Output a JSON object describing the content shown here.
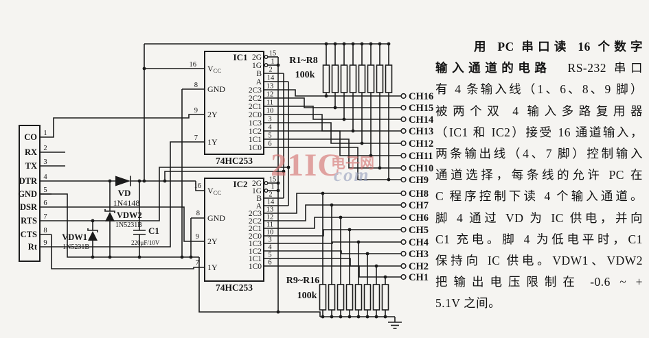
{
  "page": {
    "background": "#f5f4f1",
    "ink": "#1b1b1b"
  },
  "watermark": {
    "brand": "21IC",
    "cn": "电子网",
    "domain": "com",
    "red": "#d4716f",
    "gray": "#97a0bd"
  },
  "annotation": {
    "lines": [
      [
        {
          "t": "用 PC 串口读 16 个数字",
          "b": 1
        }
      ],
      [
        {
          "t": "输入通道的电路",
          "b": 1
        },
        {
          "t": "　RS-232 串口",
          "b": 0
        }
      ],
      [
        {
          "t": "有 4 条输入线（1、6、8、9 脚）",
          "b": 0
        }
      ],
      [
        {
          "t": "被两个双 4 输入多路复用器",
          "b": 0
        }
      ],
      [
        {
          "t": "（IC1 和 IC2）接受 16 通道输入，",
          "b": 0
        }
      ],
      [
        {
          "t": "两条输出线（4、7 脚）控制输入",
          "b": 0
        }
      ],
      [
        {
          "t": "通道选择，每条线的允许 PC 在",
          "b": 0
        }
      ],
      [
        {
          "t": "C 程序控制下读 4 个输入通道。",
          "b": 0
        }
      ],
      [
        {
          "t": "脚 4 通过 VD 为 IC 供电，并向",
          "b": 0
        }
      ],
      [
        {
          "t": "C1 充电。脚 4 为低电平时，C1",
          "b": 0
        }
      ],
      [
        {
          "t": "保持向 IC 供电。VDW1、VDW2",
          "b": 0
        }
      ],
      [
        {
          "t": "把输出电压限制在 -0.6 ~ +",
          "b": 0
        }
      ],
      [
        {
          "t": "5.1V 之间。",
          "b": 0
        }
      ]
    ]
  },
  "connector": {
    "pins": [
      {
        "n": "1",
        "l": "CO"
      },
      {
        "n": "2",
        "l": "RX"
      },
      {
        "n": "3",
        "l": "TX"
      },
      {
        "n": "4",
        "l": "DTR"
      },
      {
        "n": "5",
        "l": "GND"
      },
      {
        "n": "6",
        "l": "DSR"
      },
      {
        "n": "7",
        "l": "RTS"
      },
      {
        "n": "8",
        "l": "CTS"
      },
      {
        "n": "9",
        "l": "Rt"
      }
    ]
  },
  "ics": [
    {
      "designator": "IC1",
      "part": "74HC253",
      "left_pins": [
        {
          "n": "16",
          "l": "Vcc"
        },
        {
          "n": "8",
          "l": "GND"
        },
        {
          "n": "9",
          "l": "2Y"
        },
        {
          "n": "7",
          "l": "1Y"
        }
      ],
      "right_pins": [
        {
          "n": "15",
          "l": "2G",
          "inv": 1
        },
        {
          "n": "1",
          "l": "1G",
          "inv": 1
        },
        {
          "n": "2",
          "l": "B"
        },
        {
          "n": "14",
          "l": "A"
        },
        {
          "n": "13",
          "l": "2C3"
        },
        {
          "n": "12",
          "l": "2C2"
        },
        {
          "n": "11",
          "l": "2C1"
        },
        {
          "n": "10",
          "l": "2C0"
        },
        {
          "n": "3",
          "l": "1C3"
        },
        {
          "n": "4",
          "l": "1C2"
        },
        {
          "n": "5",
          "l": "1C1"
        },
        {
          "n": "6",
          "l": "1C0"
        }
      ]
    },
    {
      "designator": "IC2",
      "part": "74HC253",
      "left_pins": [
        {
          "n": "16",
          "l": "Vcc"
        },
        {
          "n": "8",
          "l": "GND"
        },
        {
          "n": "9",
          "l": "2Y"
        },
        {
          "n": "7",
          "l": "1Y"
        }
      ],
      "right_pins": [
        {
          "n": "15",
          "l": "2G",
          "inv": 1
        },
        {
          "n": "1",
          "l": "1G",
          "inv": 1
        },
        {
          "n": "2",
          "l": "B"
        },
        {
          "n": "14",
          "l": "A"
        },
        {
          "n": "13",
          "l": "2C3"
        },
        {
          "n": "12",
          "l": "2C2"
        },
        {
          "n": "11",
          "l": "2C1"
        },
        {
          "n": "10",
          "l": "2C0"
        },
        {
          "n": "3",
          "l": "1C3"
        },
        {
          "n": "4",
          "l": "1C2"
        },
        {
          "n": "5",
          "l": "1C1"
        },
        {
          "n": "6",
          "l": "1C0"
        }
      ]
    }
  ],
  "components": {
    "diode": {
      "ref": "VD",
      "part": "1N4148"
    },
    "zener1": {
      "ref": "VDW1",
      "part": "1N5231B"
    },
    "zener2": {
      "ref": "VDW2",
      "part": "1N5231B"
    },
    "capacitor": {
      "ref": "C1",
      "value": "220μF/10V"
    },
    "rbank_top": {
      "ref": "R1~R8",
      "value": "100k"
    },
    "rbank_bottom": {
      "ref": "R9~R16",
      "value": "100k"
    }
  },
  "channels": {
    "top": [
      "CH16",
      "CH15",
      "CH14",
      "CH13",
      "CH12",
      "CH11",
      "CH10",
      "CH9"
    ],
    "bottom": [
      "CH8",
      "CH7",
      "CH6",
      "CH5",
      "CH4",
      "CH3",
      "CH2",
      "CH1"
    ]
  }
}
